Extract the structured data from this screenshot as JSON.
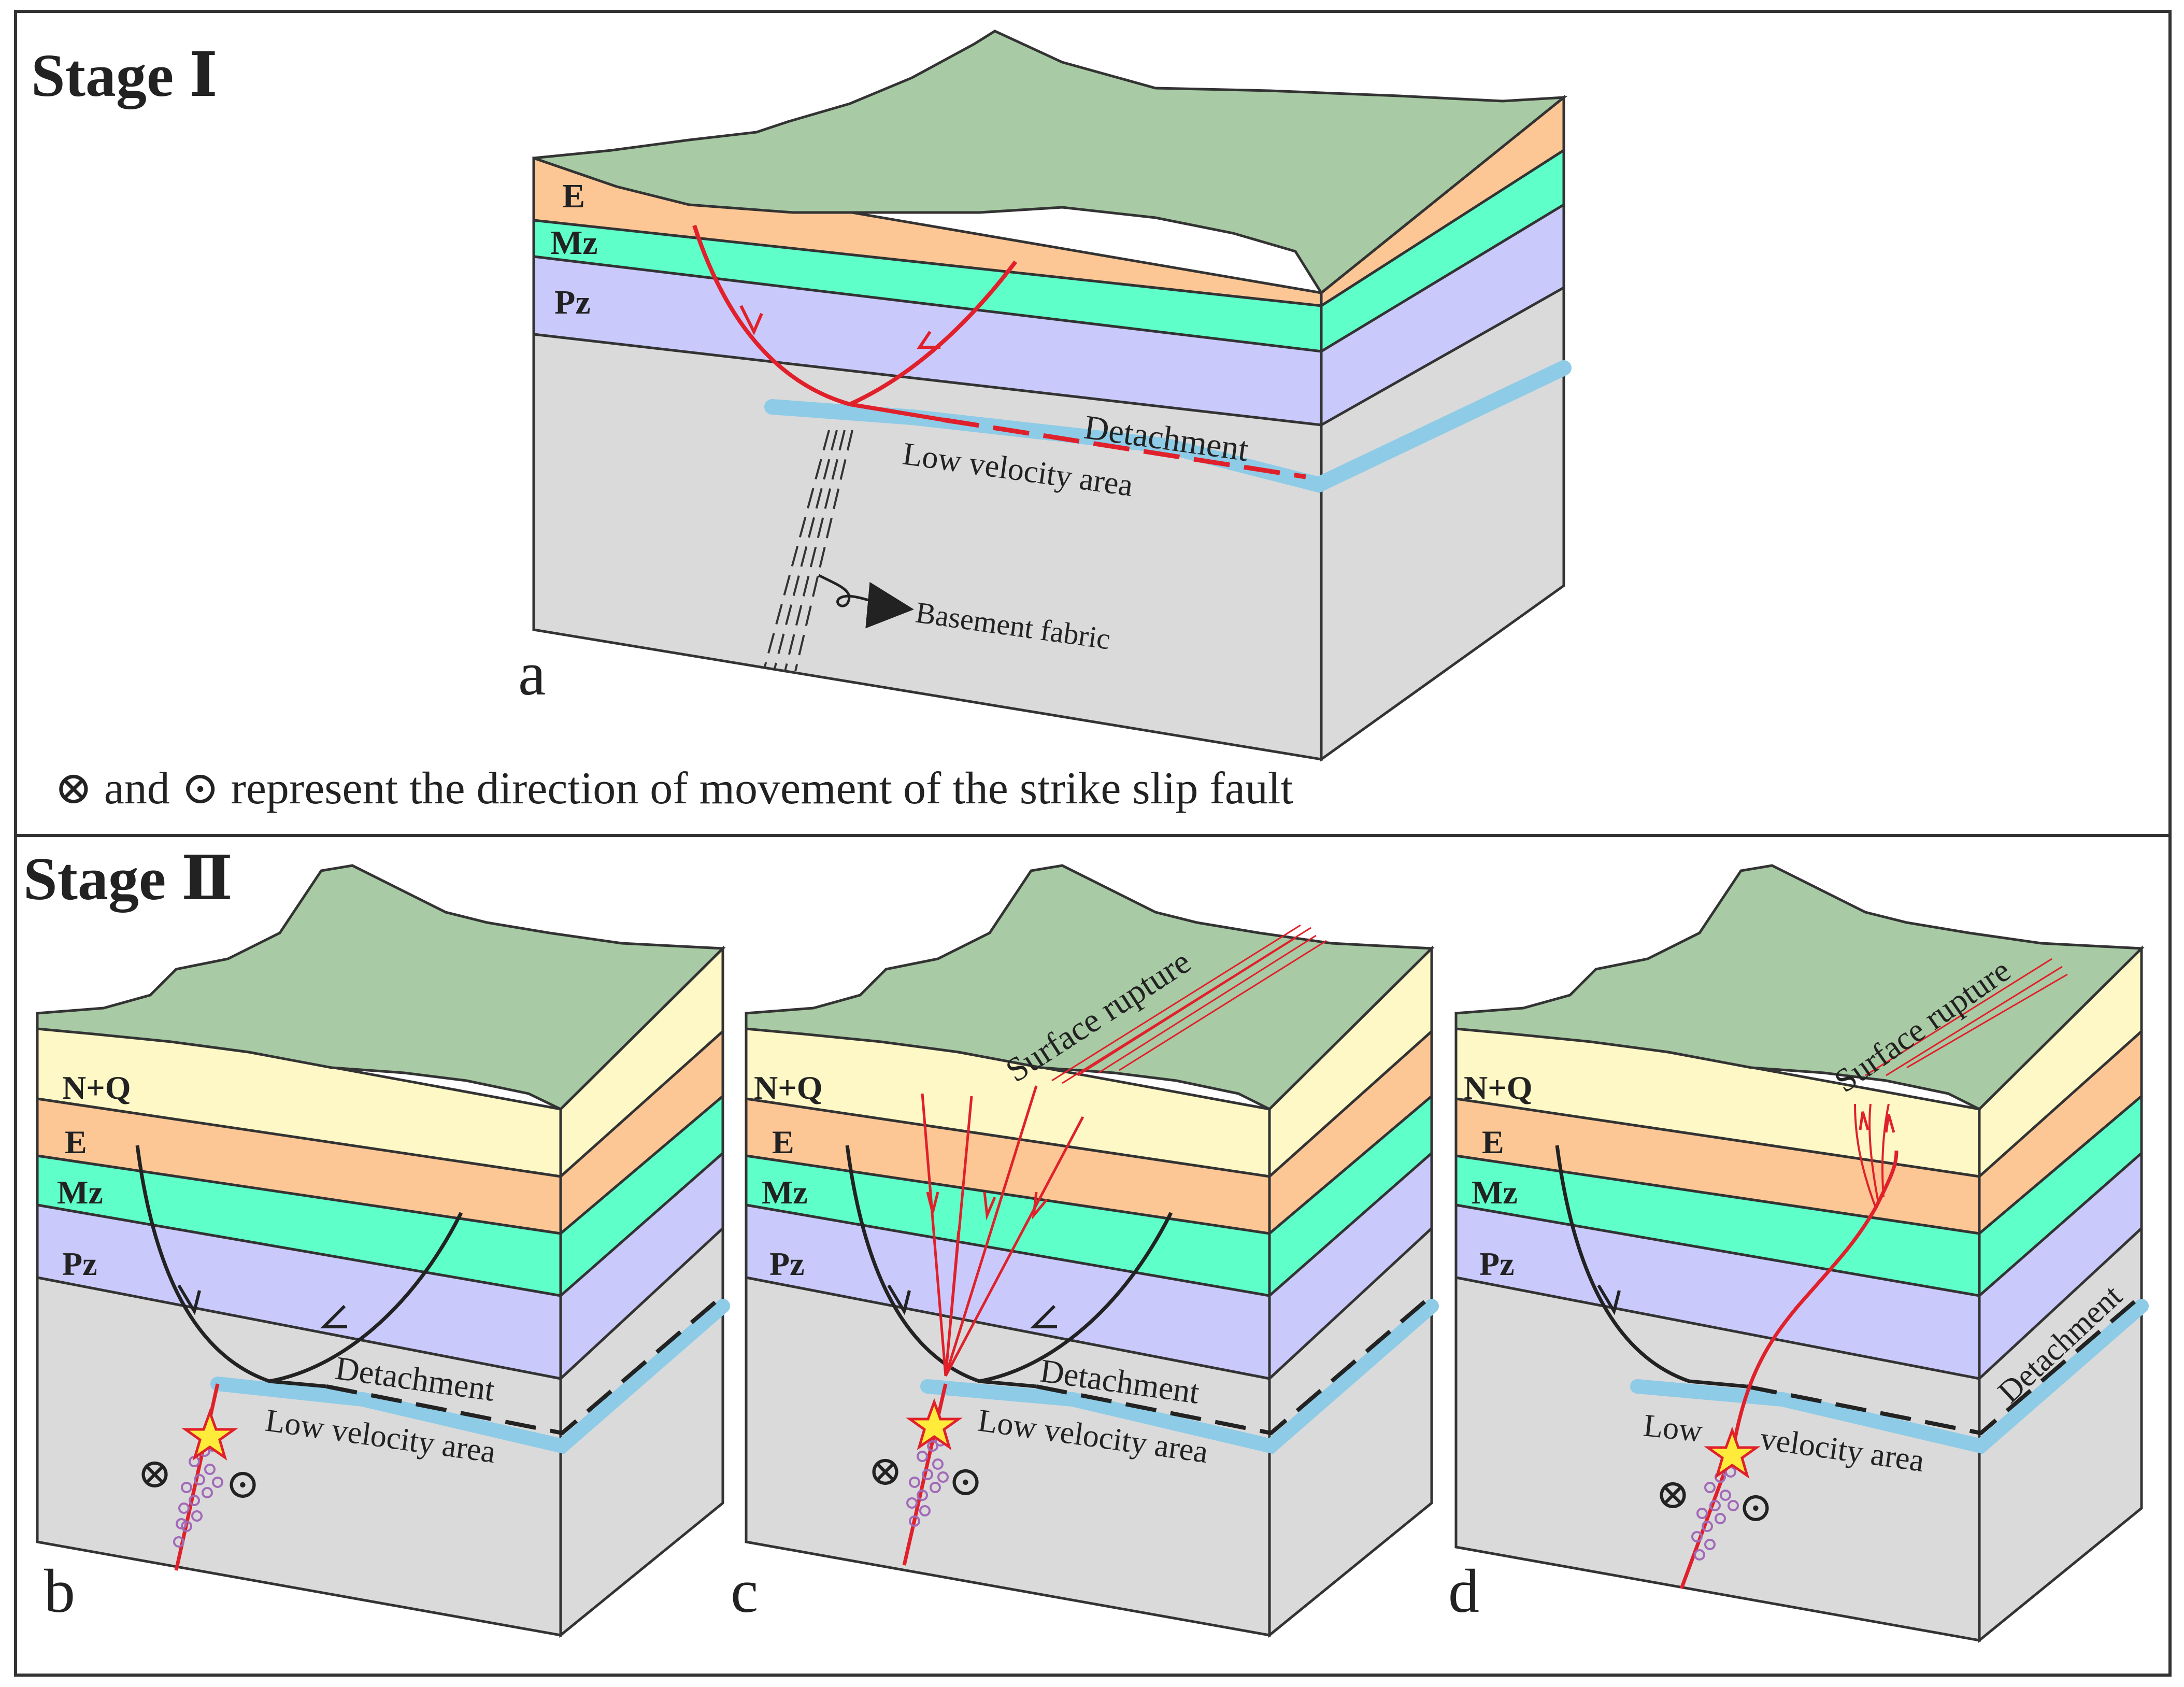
{
  "stage1": {
    "title": "Stage Ⅰ",
    "panel": "a",
    "layers": [
      "E",
      "Mz",
      "Pz"
    ],
    "detachment": "Detachment",
    "low_velocity": "Low velocity area",
    "basement": "Basement fabric"
  },
  "legend_text": "⊗ and ⊙ represent the direction of movement of the strike slip fault",
  "stage2": {
    "title": "Stage Ⅱ",
    "b": {
      "panel": "b",
      "layers": [
        "N+Q",
        "E",
        "Mz",
        "Pz"
      ],
      "detachment": "Detachment",
      "low_velocity": "Low velocity area"
    },
    "c": {
      "panel": "c",
      "layers": [
        "N+Q",
        "E",
        "Mz",
        "Pz"
      ],
      "detachment": "Detachment",
      "low_velocity": "Low velocity area",
      "surface_rupture": "Surface rupture"
    },
    "d": {
      "panel": "d",
      "layers": [
        "N+Q",
        "E",
        "Mz",
        "Pz"
      ],
      "detachment": "Detachment",
      "low_velocity_1": "Low",
      "low_velocity_2": "velocity area",
      "surface_rupture": "Surface rupture"
    }
  },
  "symbols": {
    "into": "⊗",
    "out": "⊙"
  },
  "colors": {
    "top": "#a8caa4",
    "nq": "#fdf8c5",
    "e": "#fdc795",
    "mz": "#5effc9",
    "pz": "#c9c9fb",
    "base": "#dadada",
    "lowvel": "#8ecbe6",
    "fault": "#e0202a",
    "quake": "#a16ab8",
    "star": "#ffec3a"
  }
}
